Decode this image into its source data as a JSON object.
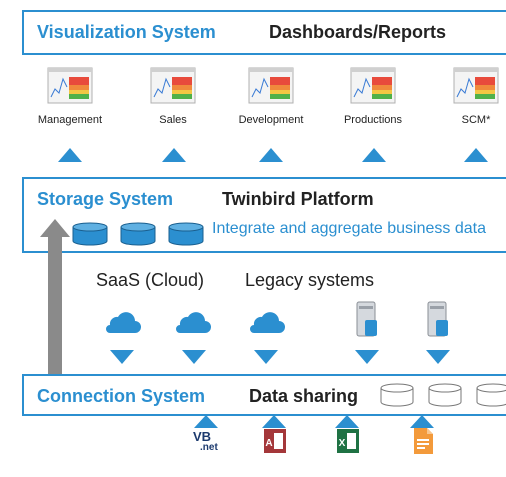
{
  "visualization": {
    "title": "Visualization System",
    "subtitle": "Dashboards/Reports",
    "dashboards": [
      "Management",
      "Sales",
      "Development",
      "Productions",
      "SCM*"
    ]
  },
  "storage": {
    "title": "Storage System",
    "subtitle": "Twinbird Platform",
    "note": "Integrate and aggregate business data"
  },
  "sources": {
    "saas_label": "SaaS (Cloud)",
    "legacy_label": "Legacy systems"
  },
  "connection": {
    "title": "Connection System",
    "subtitle": "Data sharing"
  },
  "files": {
    "vbnet_label_top": "VB",
    "vbnet_label_bottom": ".net"
  },
  "colors": {
    "accent": "#2b8fd0",
    "arrow_gray": "#8a8a8a"
  },
  "icons": [
    "dashboard-thumbnail-icon",
    "database-icon",
    "cloud-icon",
    "server-icon",
    "vbnet-icon",
    "access-icon",
    "excel-icon",
    "html-file-icon"
  ]
}
